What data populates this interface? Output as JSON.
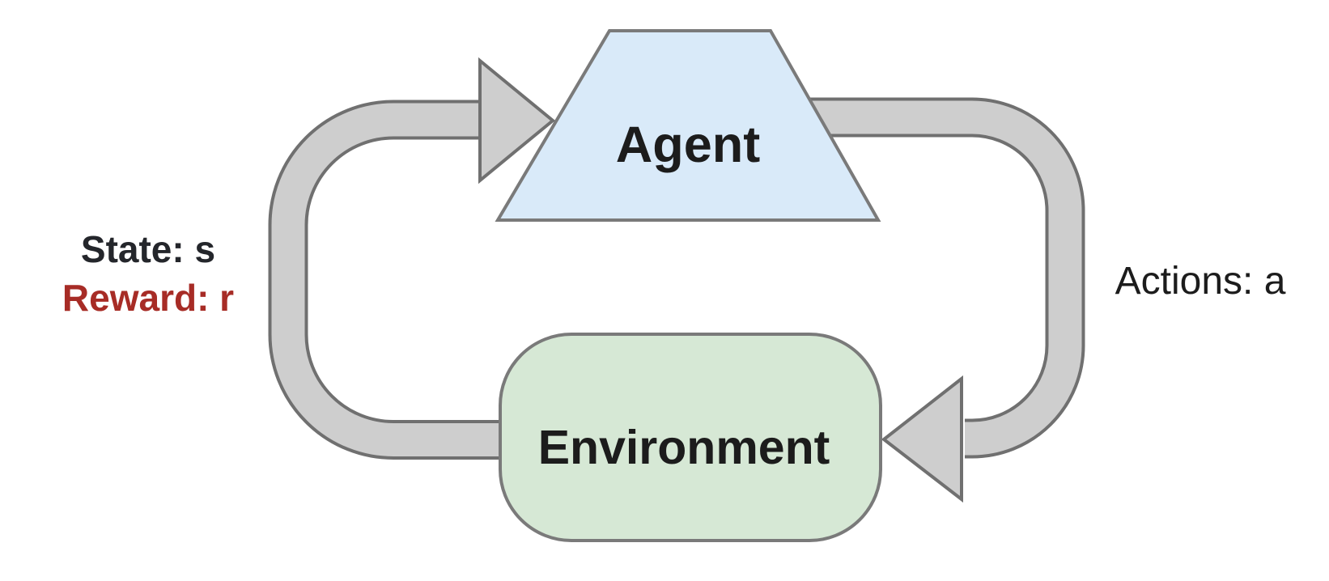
{
  "diagram": {
    "type": "reinforcement-learning-loop",
    "background": "#ffffff",
    "nodes": {
      "agent": {
        "label": "Agent",
        "shape": "trapezoid",
        "fill": "#d9eaf9",
        "border": "#7a7a7a",
        "text_color": "#1c1c1c"
      },
      "environment": {
        "label": "Environment",
        "shape": "rounded-rectangle",
        "fill": "#d6e8d5",
        "border": "#7a7a7a",
        "text_color": "#1c1c1c"
      }
    },
    "arrows": {
      "fill": "#cecece",
      "border": "#707070",
      "state_reward": {
        "from": "Environment",
        "to": "Agent",
        "label_line1": "State: s",
        "label_line1_color": "#24262b",
        "label_line2": "Reward: r",
        "label_line2_color": "#a72c26"
      },
      "actions": {
        "from": "Agent",
        "to": "Environment",
        "label": "Actions: a",
        "label_color": "#1c1c1c"
      }
    }
  }
}
